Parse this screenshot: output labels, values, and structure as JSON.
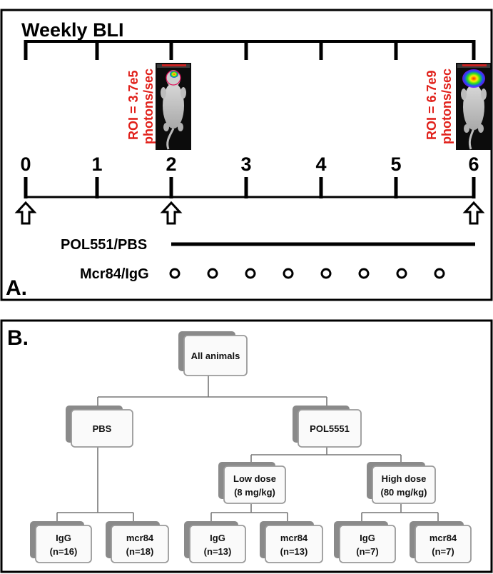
{
  "panel_a": {
    "label": "A.",
    "title": "Weekly BLI",
    "weeks": [
      "0",
      "1",
      "2",
      "3",
      "4",
      "5",
      "6"
    ],
    "roi_week2": {
      "line1": "ROI = 3.7e5",
      "line2": "photons/sec"
    },
    "roi_week6": {
      "line1": "ROI = 6.7e9",
      "line2": "photons/sec"
    },
    "treatment_row_label": "POL551/PBS",
    "antibody_row_label": "Mcr84/IgG",
    "antibody_dose_count": 8
  },
  "panel_b": {
    "label": "B.",
    "root": {
      "line1": "All animals"
    },
    "groups": [
      {
        "name": "pbs",
        "line1": "PBS"
      },
      {
        "name": "pol5551",
        "line1": "POL5551"
      },
      {
        "name": "low-dose",
        "line1": "Low dose",
        "line2": "(8 mg/kg)"
      },
      {
        "name": "high-dose",
        "line1": "High dose",
        "line2": "(80 mg/kg)"
      }
    ],
    "leaves": [
      {
        "name": "pbs-igg",
        "line1": "IgG",
        "line2": "(n=16)"
      },
      {
        "name": "pbs-mcr84",
        "line1": "mcr84",
        "line2": "(n=18)"
      },
      {
        "name": "low-igg",
        "line1": "IgG",
        "line2": "(n=13)"
      },
      {
        "name": "low-mcr84",
        "line1": "mcr84",
        "line2": "(n=13)"
      },
      {
        "name": "high-igg",
        "line1": "IgG",
        "line2": "(n=7)"
      },
      {
        "name": "high-mcr84",
        "line1": "mcr84",
        "line2": "(n=7)"
      }
    ]
  }
}
